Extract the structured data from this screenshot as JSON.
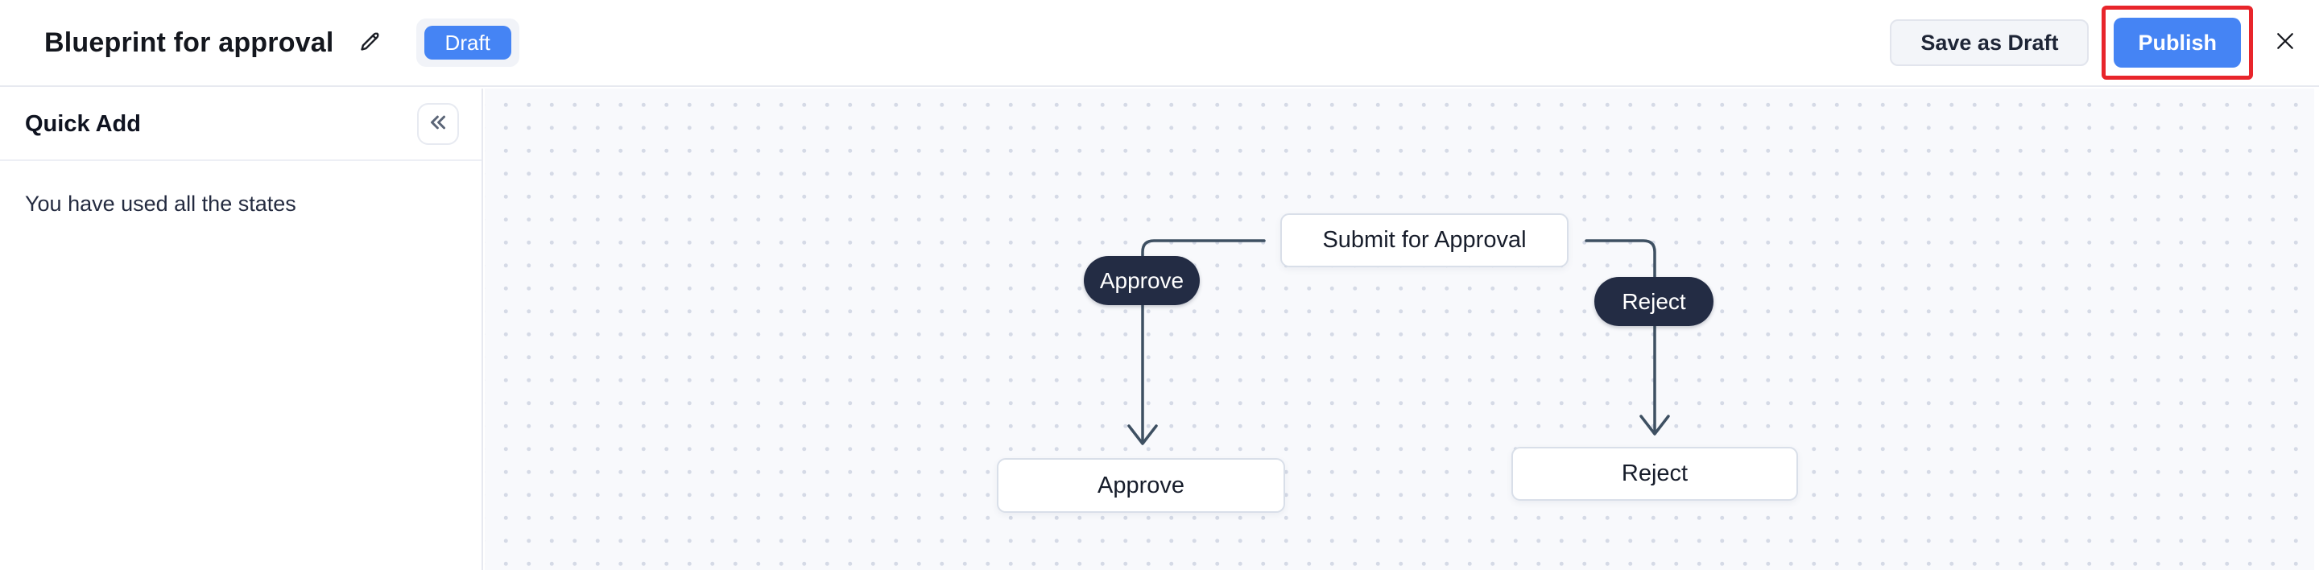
{
  "header": {
    "title": "Blueprint for approval",
    "status_badge": "Draft",
    "buttons": {
      "save_as_draft": "Save as Draft",
      "publish": "Publish"
    }
  },
  "sidebar": {
    "title": "Quick Add",
    "empty_message": "You have used all the states"
  },
  "canvas": {
    "nodes": [
      {
        "id": "submit-for-approval",
        "label": "Submit for Approval"
      },
      {
        "id": "approve-state",
        "label": "Approve"
      },
      {
        "id": "reject-state",
        "label": "Reject"
      }
    ],
    "transitions": [
      {
        "id": "approve-transition",
        "label": "Approve"
      },
      {
        "id": "reject-transition",
        "label": "Reject"
      }
    ]
  },
  "icons": {
    "edit": "pencil-icon",
    "collapse": "double-chevron-left-icon",
    "close": "close-x-icon"
  },
  "colors": {
    "accent_blue": "#4584f4",
    "annotation_red": "#e8252b",
    "state_pill_dark": "#232c44",
    "connector": "#3e5062",
    "canvas_bg": "#f8f9fc",
    "dot_grid": "#d5dae6"
  }
}
